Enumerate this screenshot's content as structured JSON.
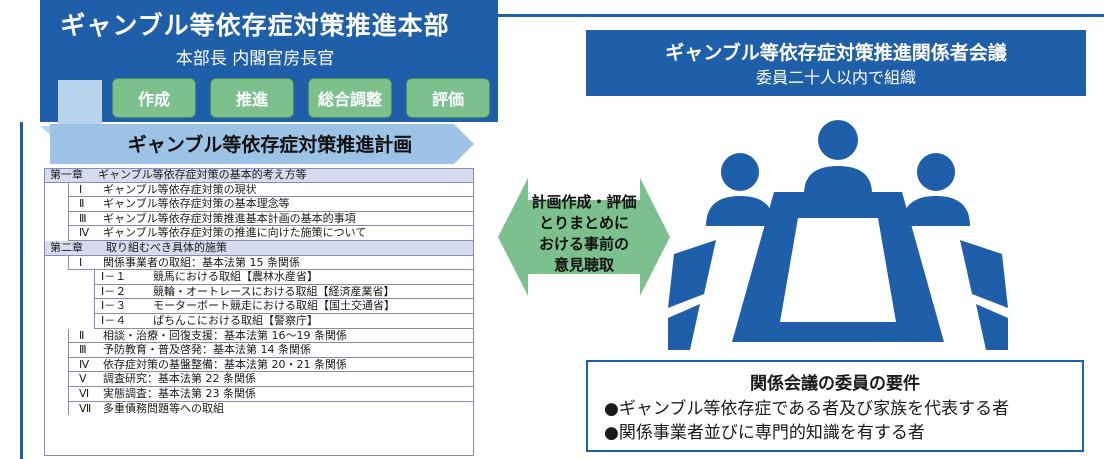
{
  "headquarters": {
    "title": "ギャンブル等依存症対策推進本部",
    "subtitle": "本部長 内閣官房長官",
    "roles": [
      "作成",
      "推進",
      "総合調整",
      "評価"
    ]
  },
  "plan": {
    "title": "ギャンブル等依存症対策推進計画",
    "rows": [
      {
        "type": "chapter",
        "num": "第一章",
        "text": "ギャンブル等依存症対策の基本的考え方等"
      },
      {
        "type": "section",
        "num": "Ⅰ",
        "text": "ギャンブル等依存症対策の現状"
      },
      {
        "type": "section",
        "num": "Ⅱ",
        "text": "ギャンブル等依存症対策の基本理念等"
      },
      {
        "type": "section",
        "num": "Ⅲ",
        "text": "ギャンブル等依存症対策推進基本計画の基本的事項"
      },
      {
        "type": "section",
        "num": "Ⅳ",
        "text": "ギャンブル等依存症対策の推進に向けた施策について"
      },
      {
        "type": "chapter",
        "num": "第二章",
        "text": "取り組むべき具体的施策"
      },
      {
        "type": "section",
        "num": "Ⅰ",
        "text": "関係事業者の取組：基本法第 15 条関係"
      },
      {
        "type": "sub",
        "num": "Ⅰ－１",
        "text": "競馬における取組【農林水産省】"
      },
      {
        "type": "sub",
        "num": "Ⅰ－２",
        "text": "競輪・オートレースにおける取組【経済産業省】"
      },
      {
        "type": "sub",
        "num": "Ⅰ－３",
        "text": "モーターボート競走における取組【国土交通省】"
      },
      {
        "type": "sub",
        "num": "Ⅰ－４",
        "text": "ぱちんこにおける取組【警察庁】"
      },
      {
        "type": "section",
        "num": "Ⅱ",
        "text": "相談・治療・回復支援：基本法第 16～19 条関係"
      },
      {
        "type": "section",
        "num": "Ⅲ",
        "text": "予防教育・普及啓発：基本法第 14 条関係"
      },
      {
        "type": "section",
        "num": "Ⅳ",
        "text": "依存症対策の基盤整備：基本法第 20・21 条関係"
      },
      {
        "type": "section",
        "num": "Ⅴ",
        "text": "調査研究：基本法第 22 条関係"
      },
      {
        "type": "section",
        "num": "Ⅵ",
        "text": "実態調査：基本法第 23 条関係"
      },
      {
        "type": "section",
        "num": "Ⅶ",
        "text": "多重債務問題等への取組"
      }
    ]
  },
  "exchange": {
    "lines": [
      "計画作成・評価",
      "とりまとめに",
      "おける事前の",
      "意見聴取"
    ]
  },
  "council": {
    "title": "ギャンブル等依存症対策推進関係者会議",
    "subtitle": "委員二十人以内で組織"
  },
  "requirements": {
    "title": "関係会議の委員の要件",
    "items": [
      "●ギャンブル等依存症である者及び家族を代表する者",
      "●関係事業者並びに専門的知識を有する者"
    ]
  },
  "colors": {
    "primary_blue": "#1f5ea8",
    "green": "#7cc08d",
    "light_blue": "#9cc3e5",
    "table_header": "#d6dcef"
  }
}
